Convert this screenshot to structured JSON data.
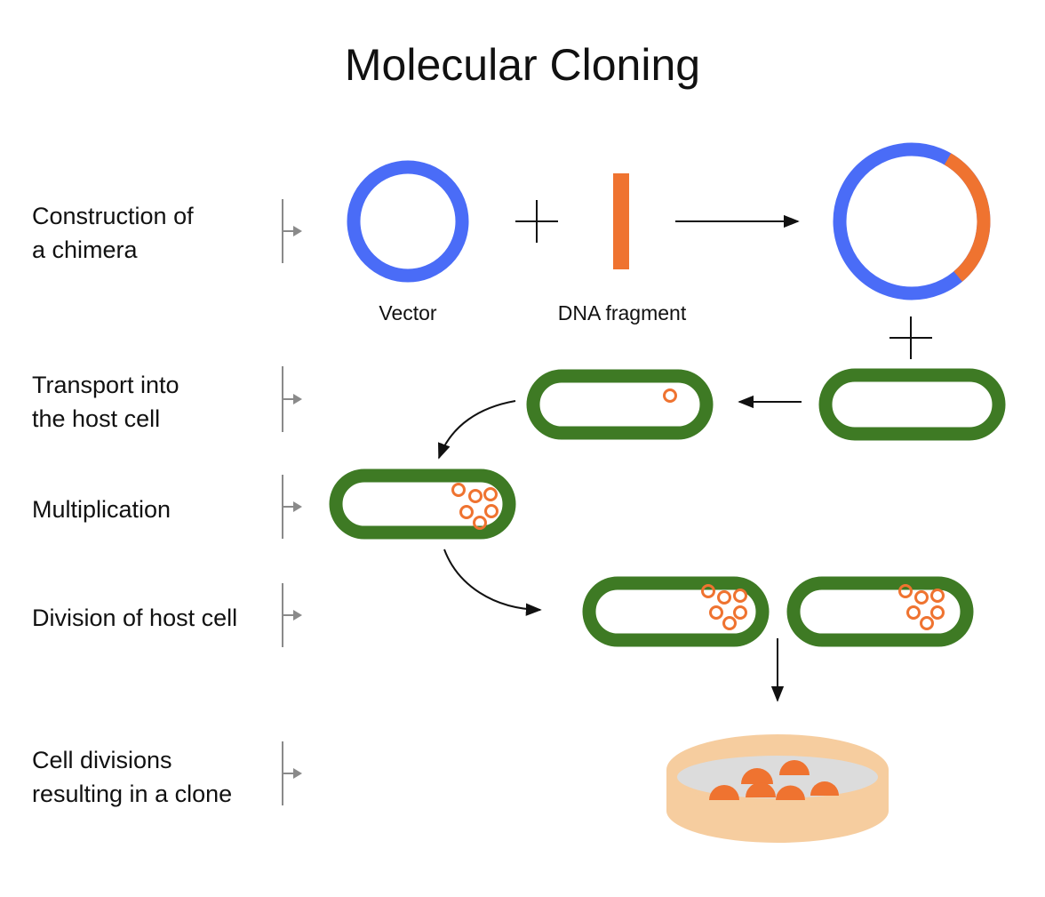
{
  "title": "Molecular Cloning",
  "steps": [
    {
      "lines": [
        "Construction of",
        "a chimera"
      ]
    },
    {
      "lines": [
        "Transport into",
        "the host cell"
      ]
    },
    {
      "lines": [
        "Multiplication"
      ]
    },
    {
      "lines": [
        "Division of host cell"
      ]
    },
    {
      "lines": [
        "Cell divisions",
        "resulting in a clone"
      ]
    }
  ],
  "labels": {
    "vector": "Vector",
    "dna_fragment": "DNA fragment"
  },
  "colors": {
    "vector": "#4a6cf7",
    "dna": "#ef7330",
    "cell": "#3e7a24",
    "bracket": "#8a8a8a",
    "dish": "#f6cd9f",
    "dish_agar": "#dcdcdc",
    "colony": "#ef7330"
  }
}
